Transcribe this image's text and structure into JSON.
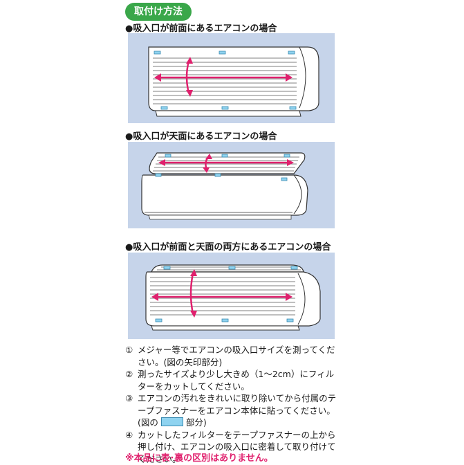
{
  "header": {
    "badge_label": "取付け方法"
  },
  "sections": [
    {
      "title": "●吸入口が前面にあるエアコンの場合"
    },
    {
      "title": "●吸入口が天面にあるエアコンの場合"
    },
    {
      "title": "●吸入口が前面と天面の両方にあるエアコンの場合"
    }
  ],
  "steps": [
    {
      "num": "①",
      "text": "メジャー等でエアコンの吸入口サイズを測ってください。(図の矢印部分)"
    },
    {
      "num": "②",
      "text": "測ったサイズより少し大きめ（1〜2cm）にフィルターをカットしてください。"
    },
    {
      "num": "③",
      "text": "エアコンの汚れをきれいに取り除いてから付属のテープファスナーをエアコン本体に貼ってください。",
      "legend_prefix": "(図の",
      "legend_suffix": "部分)"
    },
    {
      "num": "④",
      "text": "カットしたフィルターをテープファスナーの上から押し付け、エアコンの吸入口に密着して取り付けてください。"
    }
  ],
  "note": "※本品に表･裏の区別はありません。",
  "colors": {
    "badge": "#3aa74a",
    "panel_bg": "#c6d4ea",
    "arrow": "#e0206d",
    "tape": "#8fd3f0",
    "note": "#e0206d"
  }
}
